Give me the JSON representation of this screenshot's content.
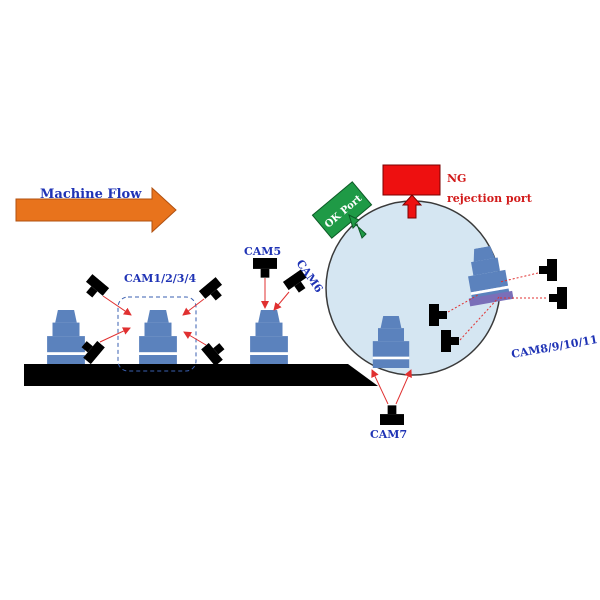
{
  "diagram": {
    "flow_label": "Machine Flow",
    "ok_port_label": "OK Port",
    "ng_label": "NG",
    "rejection_label": "rejection port",
    "cameras": {
      "group_1_4": "CAM1/2/3/4",
      "cam5": "CAM5",
      "cam6": "CAM6",
      "cam7": "CAM7",
      "group_8_11": "CAM8/9/10/11"
    },
    "colors": {
      "flow_arrow": "#e8731c",
      "part": "#5b82bd",
      "conveyor": "#000000",
      "turntable": "#d5e6f2",
      "ok_port": "#1f9a46",
      "ng_port": "#ee1010",
      "label_blue": "#1f33b5",
      "label_red": "#d21a1a",
      "ray": "#e03030"
    }
  }
}
